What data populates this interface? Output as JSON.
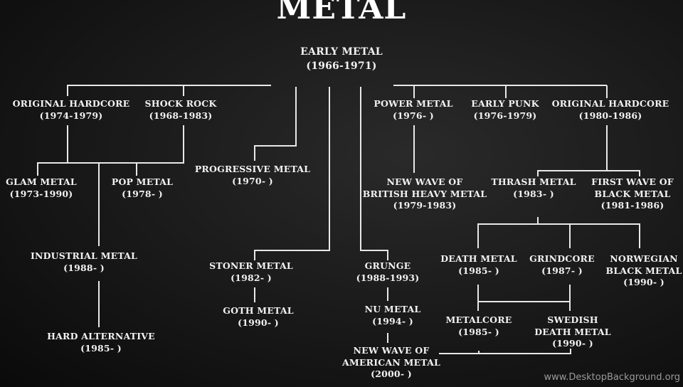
{
  "title": "METAL",
  "nodes": {
    "early_metal": {
      "name": "EARLY METAL",
      "years": "(1966-1971)"
    },
    "original_hardcore_1": {
      "name": "ORIGINAL HARDCORE",
      "years": "(1974-1979)"
    },
    "shock_rock": {
      "name": "SHOCK ROCK",
      "years": "(1968-1983)"
    },
    "glam_metal": {
      "name": "GLAM METAL",
      "years": "(1973-1990)"
    },
    "pop_metal": {
      "name": "POP METAL",
      "years": "(1978- )"
    },
    "progressive_metal": {
      "name": "PROGRESSIVE METAL",
      "years": "(1970- )"
    },
    "industrial_metal": {
      "name": "INDUSTRIAL METAL",
      "years": "(1988- )"
    },
    "hard_alternative": {
      "name": "HARD ALTERNATIVE",
      "years": "(1985- )"
    },
    "stoner_metal": {
      "name": "STONER METAL",
      "years": "(1982- )"
    },
    "goth_metal": {
      "name": "GOTH METAL",
      "years": "(1990- )"
    },
    "power_metal": {
      "name": "POWER METAL",
      "years": "(1976- )"
    },
    "early_punk": {
      "name": "EARLY PUNK",
      "years": "(1976-1979)"
    },
    "original_hardcore_2": {
      "name": "ORIGINAL HARDCORE",
      "years": "(1980-1986)"
    },
    "nwobhm": {
      "name1": "NEW WAVE OF",
      "name2": "BRITISH HEAVY METAL",
      "years": "(1979-1983)"
    },
    "thrash_metal": {
      "name": "THRASH METAL",
      "years": "(1983- )"
    },
    "first_wave_black": {
      "name1": "FIRST WAVE OF",
      "name2": "BLACK METAL",
      "years": "(1981-1986)"
    },
    "death_metal": {
      "name": "DEATH METAL",
      "years": "(1985- )"
    },
    "grindcore": {
      "name": "GRINDCORE",
      "years": "(1987- )"
    },
    "norwegian_black": {
      "name1": "NORWEGIAN",
      "name2": "BLACK METAL",
      "years": "(1990- )"
    },
    "grunge": {
      "name": "GRUNGE",
      "years": "(1988-1993)"
    },
    "nu_metal": {
      "name": "NU METAL",
      "years": "(1994- )"
    },
    "nwoam": {
      "name1": "NEW WAVE OF",
      "name2": "AMERICAN METAL",
      "years": "(2000- )"
    },
    "metalcore": {
      "name": "METALCORE",
      "years": "(1985- )"
    },
    "swedish_death": {
      "name1": "SWEDISH",
      "name2": "DEATH METAL",
      "years": "(1990- )"
    }
  },
  "watermark": "www.DesktopBackground.org",
  "colors": {
    "line": "#e8e8e8",
    "text": "#f2f2f2",
    "background": "#1a1a1a"
  }
}
